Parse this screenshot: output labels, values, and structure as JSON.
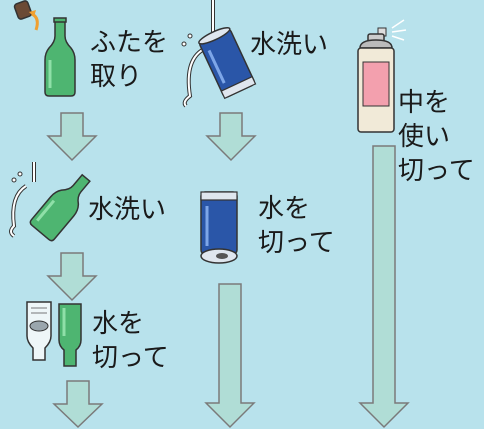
{
  "col1": {
    "step1": "ふたを\n取り",
    "step2": "水洗い",
    "step3": "水を\n切って"
  },
  "col2": {
    "step1": "水洗い",
    "step2": "水を\n切って"
  },
  "col3": {
    "step1": "中を\n使い\n切って"
  },
  "colors": {
    "background": "#b8e2ec",
    "arrow_fill": "#b0ddd6",
    "arrow_stroke": "#7a7a7a",
    "bottle_green": "#4eb571",
    "can_blue": "#2a56a8",
    "spray_pink": "#f3a0ae",
    "water_line": "#ffffff"
  },
  "icons": [
    "bottle-cap-icon",
    "green-bottle-icon",
    "can-icon",
    "spray-can-icon",
    "water-stream-icon",
    "arrow-down-icon"
  ]
}
